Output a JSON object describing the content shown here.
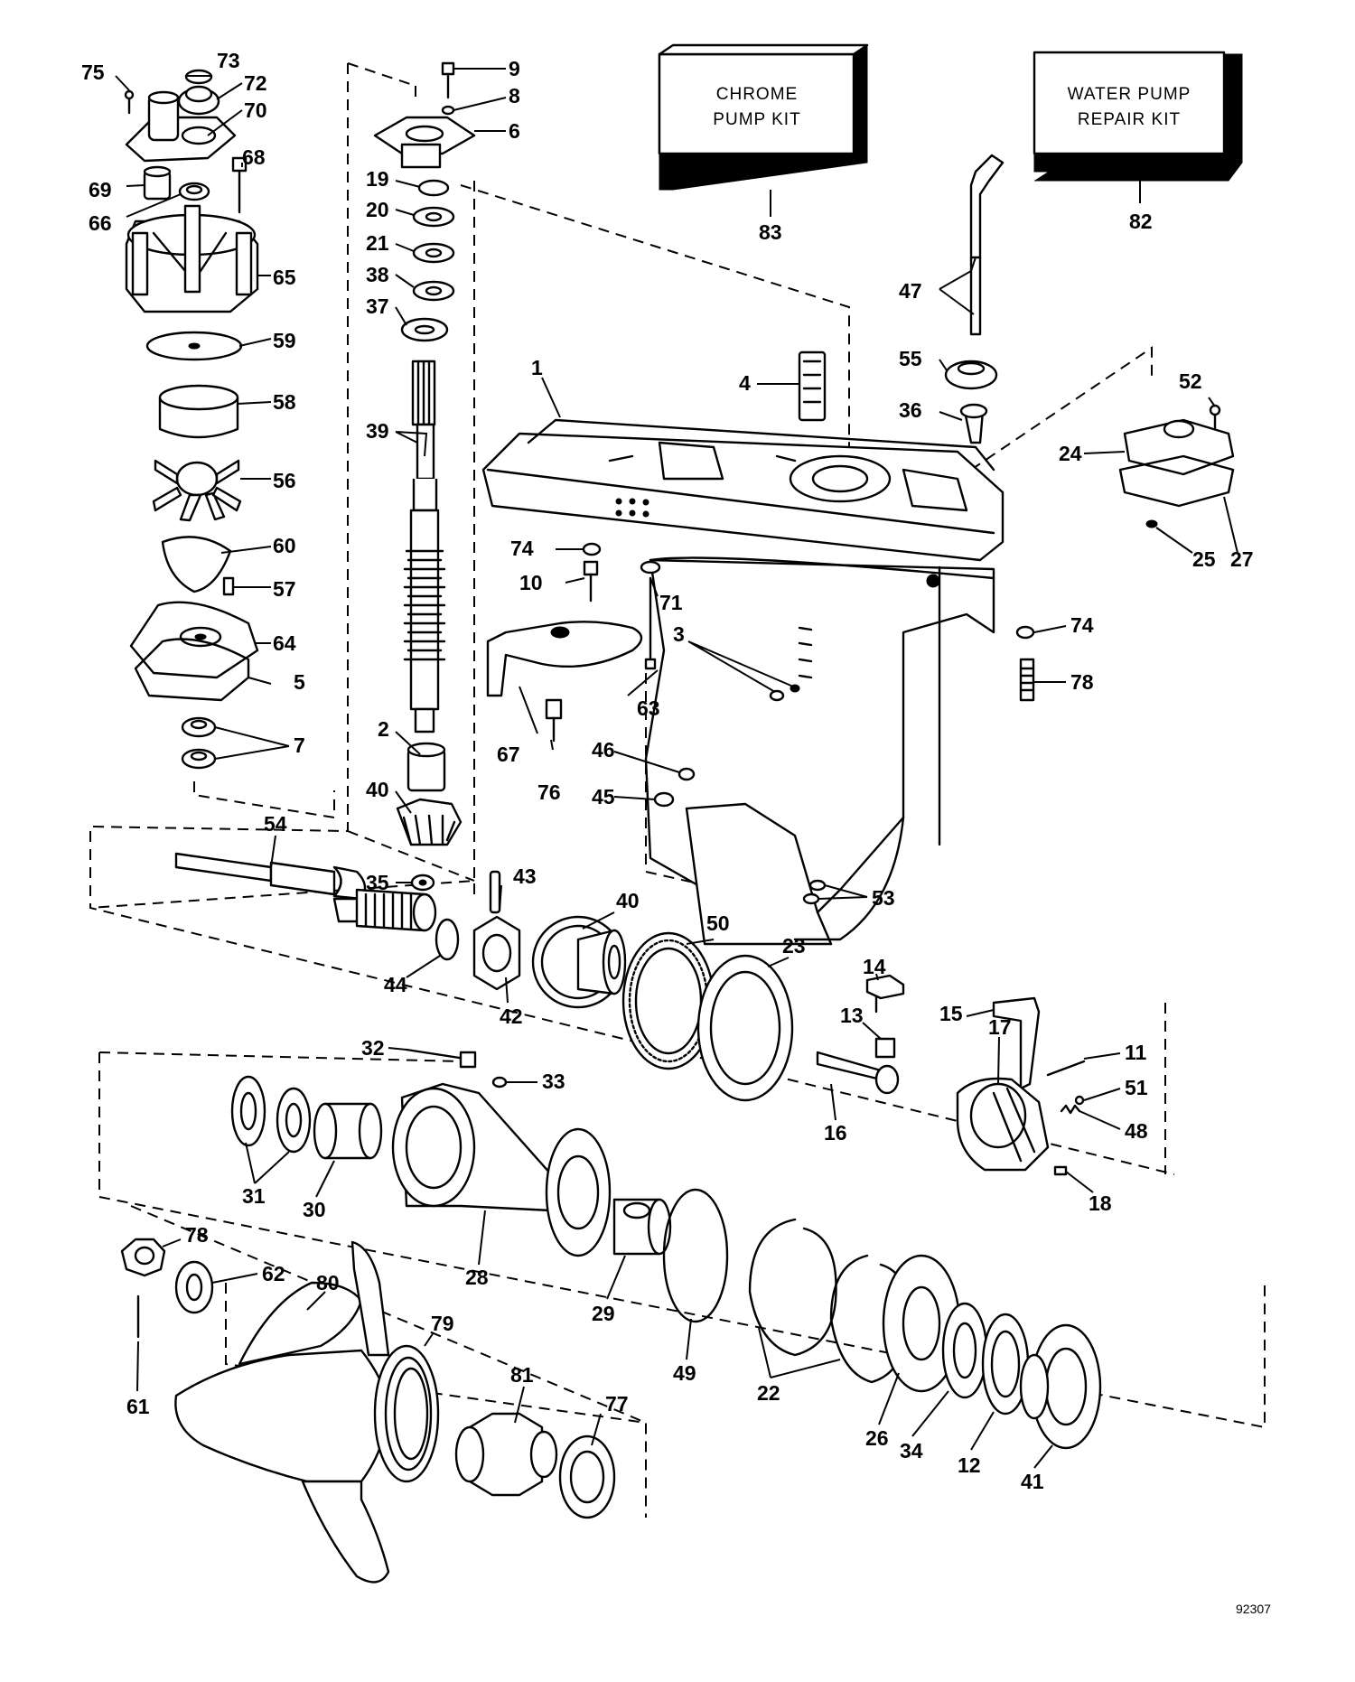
{
  "kits": {
    "chrome": {
      "line1": "CHROME",
      "line2": "PUMP KIT",
      "number": "83"
    },
    "water": {
      "line1": "WATER PUMP",
      "line2": "REPAIR KIT",
      "number": "82"
    }
  },
  "drawing_ref": "92307",
  "callouts": {
    "c75": "75",
    "c73": "73",
    "c72": "72",
    "c70": "70",
    "c69": "69",
    "c66": "66",
    "c68": "68",
    "c65": "65",
    "c59": "59",
    "c58": "58",
    "c56": "56",
    "c60": "60",
    "c57": "57",
    "c64": "64",
    "c5": "5",
    "c7": "7",
    "c9": "9",
    "c8": "8",
    "c6": "6",
    "c19": "19",
    "c20": "20",
    "c21": "21",
    "c38": "38",
    "c37": "37",
    "c39": "39",
    "c2": "2",
    "c40a": "40",
    "c35": "35",
    "c54": "54",
    "c43": "43",
    "c44": "44",
    "c42": "42",
    "c40b": "40",
    "c50": "50",
    "c23": "23",
    "c1": "1",
    "c4": "4",
    "c74a": "74",
    "c10": "10",
    "c71": "71",
    "c3": "3",
    "c63": "63",
    "c67": "67",
    "c76": "76",
    "c46": "46",
    "c45": "45",
    "c53": "53",
    "c47": "47",
    "c55": "55",
    "c36": "36",
    "c52": "52",
    "c24": "24",
    "c25": "25",
    "c27": "27",
    "c74b": "74",
    "c78a": "78",
    "c14": "14",
    "c13": "13",
    "c16": "16",
    "c15": "15",
    "c17": "17",
    "c11": "11",
    "c51": "51",
    "c48": "48",
    "c18": "18",
    "c32": "32",
    "c33": "33",
    "c31": "31",
    "c30": "30",
    "c28": "28",
    "c29": "29",
    "c49": "49",
    "c22": "22",
    "c26": "26",
    "c34": "34",
    "c12": "12",
    "c41": "41",
    "c78b": "78",
    "c62": "62",
    "c80": "80",
    "c79": "79",
    "c61": "61",
    "c81": "81",
    "c77": "77"
  }
}
